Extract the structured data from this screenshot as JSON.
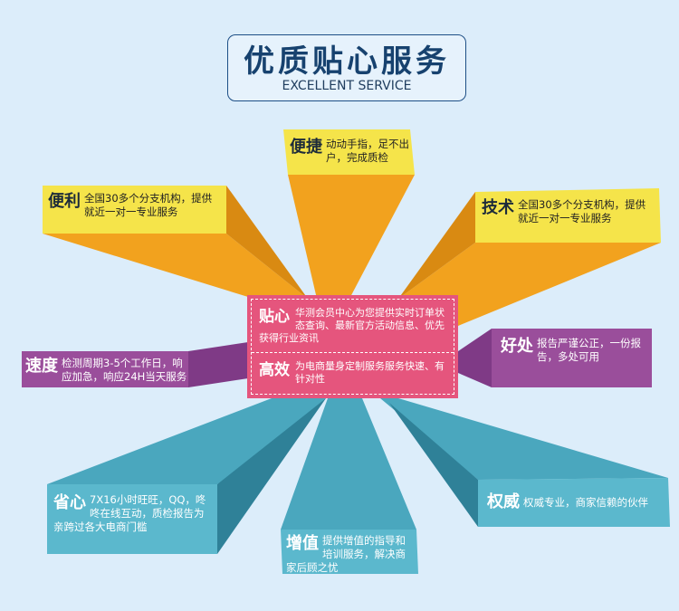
{
  "title": {
    "main": "优质贴心服务",
    "sub": "EXCELLENT SERVICE"
  },
  "colors": {
    "yellow": "#f5e44a",
    "orange": "#f2a21e",
    "purple": "#9a4e9b",
    "teal": "#4aa7be",
    "pink": "#e5557d",
    "navy": "#17426f"
  },
  "cards": {
    "bianjie": {
      "head": "便捷",
      "text": "动动手指，足不出户，完成质检"
    },
    "bianli": {
      "head": "便利",
      "text": "全国30多个分支机构，提供就近一对一专业服务"
    },
    "jishu": {
      "head": "技术",
      "text": "全国30多个分支机构，提供就近一对一专业服务"
    },
    "sudu": {
      "head": "速度",
      "text": "检测周期3-5个工作日，响应加急，响应24H当天服务"
    },
    "haochu": {
      "head": "好处",
      "text": "报告严谨公正，一份报告，多处可用"
    },
    "shengxin": {
      "head": "省心",
      "text": "7X16小时旺旺，QQ，咚咚在线互动，质检报告为亲跨过各大电商门槛"
    },
    "zengzhi": {
      "head": "增值",
      "text": "提供增值的指导和培训服务，解决商家后顾之忧"
    },
    "quanwei": {
      "head": "权威",
      "text": "权威专业，商家信赖的伙伴"
    }
  },
  "center": {
    "tiexin": {
      "head": "贴心",
      "text": "华测会员中心为您提供实时订单状态查询、最新官方活动信息、优先获得行业资讯"
    },
    "gaoxiao": {
      "head": "高效",
      "text": "为电商量身定制服务服务快速、有针对性"
    }
  }
}
